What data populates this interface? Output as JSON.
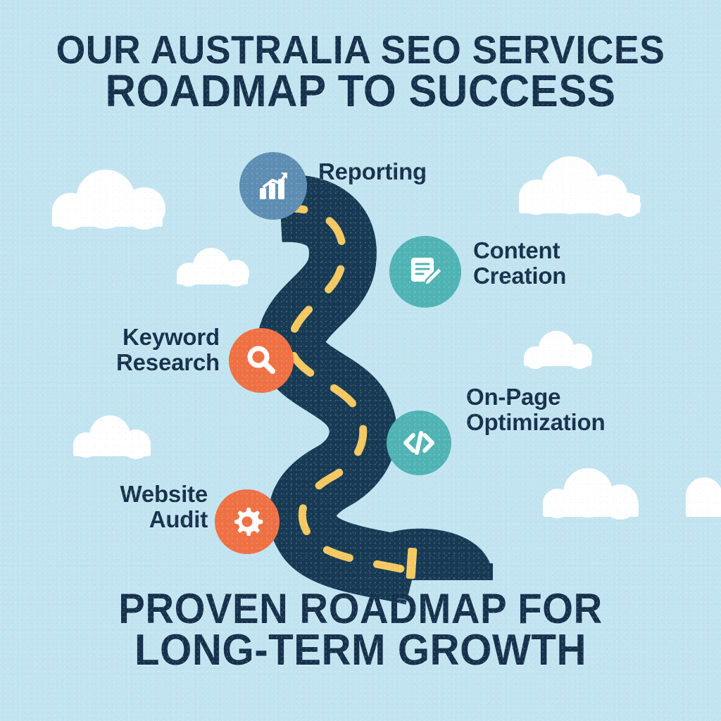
{
  "theme": {
    "background": "#c2e4f0",
    "navy": "#15314c",
    "road": "#173a54",
    "road_dash": "#f5c860",
    "cloud": "#ffffff",
    "steel_blue": "#5d8db2",
    "teal": "#4fb3b4",
    "orange": "#ef7043"
  },
  "title": {
    "line1": "OUR AUSTRALIA SEO SERVICES",
    "line2": "ROADMAP TO SUCCESS"
  },
  "footer": {
    "line1": "PROVEN ROADMAP FOR",
    "line2": "LONG-TERM GROWTH"
  },
  "steps": [
    {
      "id": "reporting",
      "label": "Reporting",
      "icon": "bar-chart-growth-icon",
      "color": "#5d8db2",
      "label_side": "right"
    },
    {
      "id": "content-creation",
      "label": "Content\nCreation",
      "icon": "document-pencil-icon",
      "color": "#4fb3b4",
      "label_side": "right"
    },
    {
      "id": "keyword-research",
      "label": "Keyword\nResearch",
      "icon": "magnifier-icon",
      "color": "#ef7043",
      "label_side": "left"
    },
    {
      "id": "on-page-optimization",
      "label": "On-Page\nOptimization",
      "icon": "code-brackets-icon",
      "color": "#4fb3b4",
      "label_side": "right"
    },
    {
      "id": "website-audit",
      "label": "Website\nAudit",
      "icon": "gear-icon",
      "color": "#ef7043",
      "label_side": "left"
    }
  ],
  "decor": {
    "clouds_count": 7,
    "road_label": "winding-road-path"
  }
}
